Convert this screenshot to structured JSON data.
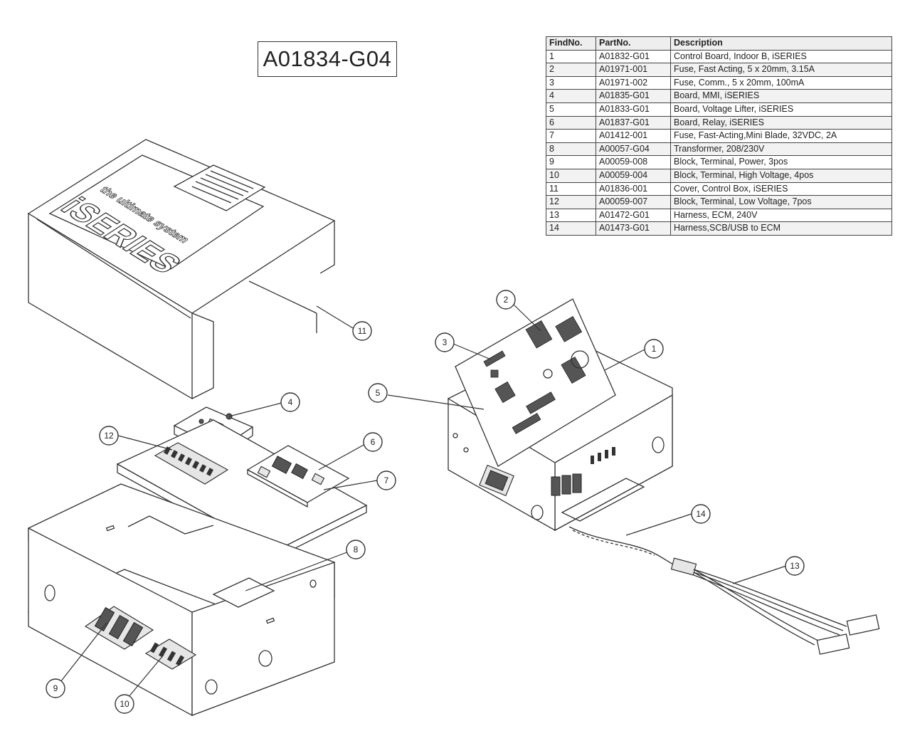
{
  "assembly_number": "A01834-G04",
  "parts_table": {
    "headers": [
      "FindNo.",
      "PartNo.",
      "Description"
    ],
    "rows": [
      [
        "1",
        "A01832-G01",
        "Control Board, Indoor B, iSERIES"
      ],
      [
        "2",
        "A01971-001",
        "Fuse, Fast Acting, 5 x 20mm, 3.15A"
      ],
      [
        "3",
        "A01971-002",
        "Fuse, Comm., 5 x 20mm, 100mA"
      ],
      [
        "4",
        "A01835-G01",
        "Board, MMI, iSERIES"
      ],
      [
        "5",
        "A01833-G01",
        "Board, Voltage Lifter, iSERIES"
      ],
      [
        "6",
        "A01837-G01",
        "Board, Relay, iSERIES"
      ],
      [
        "7",
        "A01412-001",
        "Fuse, Fast-Acting,Mini Blade, 32VDC, 2A"
      ],
      [
        "8",
        "A00057-G04",
        "Transformer, 208/230V"
      ],
      [
        "9",
        "A00059-008",
        "Block, Terminal, Power, 3pos"
      ],
      [
        "10",
        "A00059-004",
        "Block, Terminal, High Voltage, 4pos"
      ],
      [
        "11",
        "A01836-001",
        "Cover, Control Box, iSERIES"
      ],
      [
        "12",
        "A00059-007",
        "Block, Terminal, Low Voltage, 7pos"
      ],
      [
        "13",
        "A01472-G01",
        "Harness, ECM, 240V"
      ],
      [
        "14",
        "A01473-G01",
        "Harness,SCB/USB to ECM"
      ]
    ]
  },
  "cover_logo": {
    "brand": "iSERIES",
    "tagline": "the ultimate system"
  },
  "callouts": [
    "1",
    "2",
    "3",
    "4",
    "5",
    "6",
    "7",
    "8",
    "9",
    "10",
    "11",
    "12",
    "13",
    "14"
  ]
}
